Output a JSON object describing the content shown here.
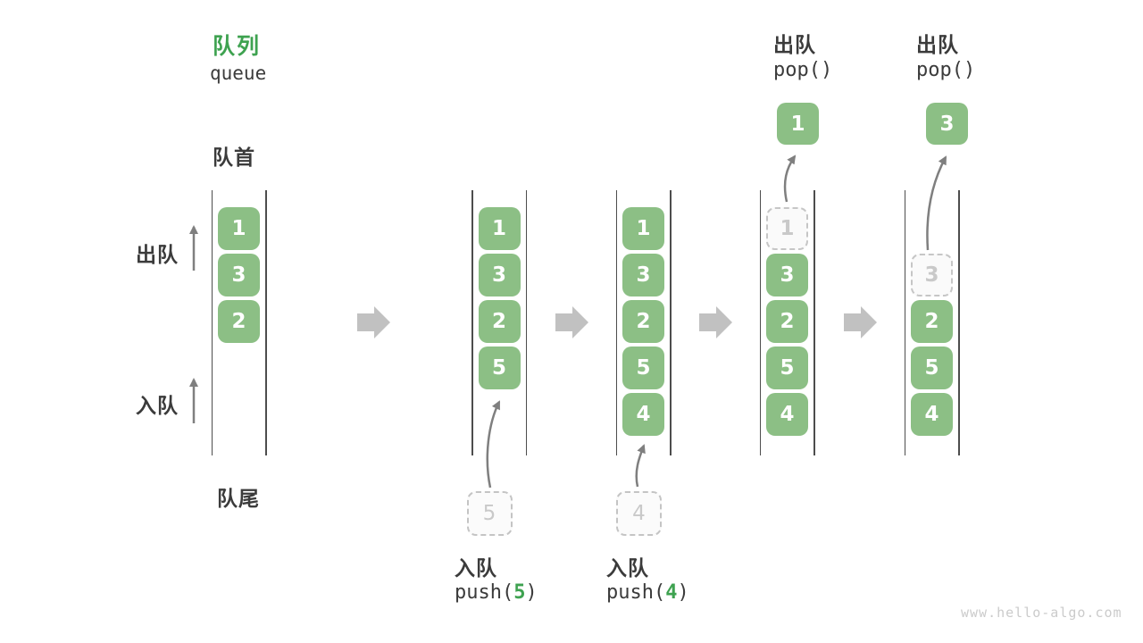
{
  "title": {
    "zh": "队列",
    "en": "queue"
  },
  "side_labels": {
    "front": "队首",
    "rear": "队尾",
    "dequeue": "出队",
    "enqueue": "入队"
  },
  "watermark": "www.hello-algo.com",
  "colors": {
    "item_green": "#8cbf85",
    "accent_green": "#3ea250",
    "dark_text": "#3b3b3b",
    "ghost_gray": "#c9c9c9",
    "wall_line": "#4d4d4d",
    "step_arrow": "#c1c1c1",
    "flow_arrow": "#7f7f7f"
  },
  "states": [
    {
      "slots": [
        {
          "value": "1",
          "type": "green"
        },
        {
          "value": "3",
          "type": "green"
        },
        {
          "value": "2",
          "type": "green"
        },
        null,
        null
      ]
    },
    {
      "slots": [
        {
          "value": "1",
          "type": "green"
        },
        {
          "value": "3",
          "type": "green"
        },
        {
          "value": "2",
          "type": "green"
        },
        {
          "value": "5",
          "type": "green"
        },
        null
      ],
      "incoming": {
        "value": "5"
      },
      "op_bottom": {
        "zh": "入队",
        "pre": "push(",
        "arg": "5",
        "post": ")"
      }
    },
    {
      "slots": [
        {
          "value": "1",
          "type": "green"
        },
        {
          "value": "3",
          "type": "green"
        },
        {
          "value": "2",
          "type": "green"
        },
        {
          "value": "5",
          "type": "green"
        },
        {
          "value": "4",
          "type": "green"
        }
      ],
      "incoming": {
        "value": "4"
      },
      "op_bottom": {
        "zh": "入队",
        "pre": "push(",
        "arg": "4",
        "post": ")"
      }
    },
    {
      "slots": [
        {
          "value": "1",
          "type": "ghost"
        },
        {
          "value": "3",
          "type": "green"
        },
        {
          "value": "2",
          "type": "green"
        },
        {
          "value": "5",
          "type": "green"
        },
        {
          "value": "4",
          "type": "green"
        }
      ],
      "popped": {
        "value": "1"
      },
      "op_top": {
        "zh": "出队",
        "code": "pop()"
      }
    },
    {
      "slots": [
        null,
        {
          "value": "3",
          "type": "ghost"
        },
        {
          "value": "2",
          "type": "green"
        },
        {
          "value": "5",
          "type": "green"
        },
        {
          "value": "4",
          "type": "green"
        }
      ],
      "popped": {
        "value": "3"
      },
      "op_top": {
        "zh": "出队",
        "code": "pop()"
      }
    }
  ]
}
